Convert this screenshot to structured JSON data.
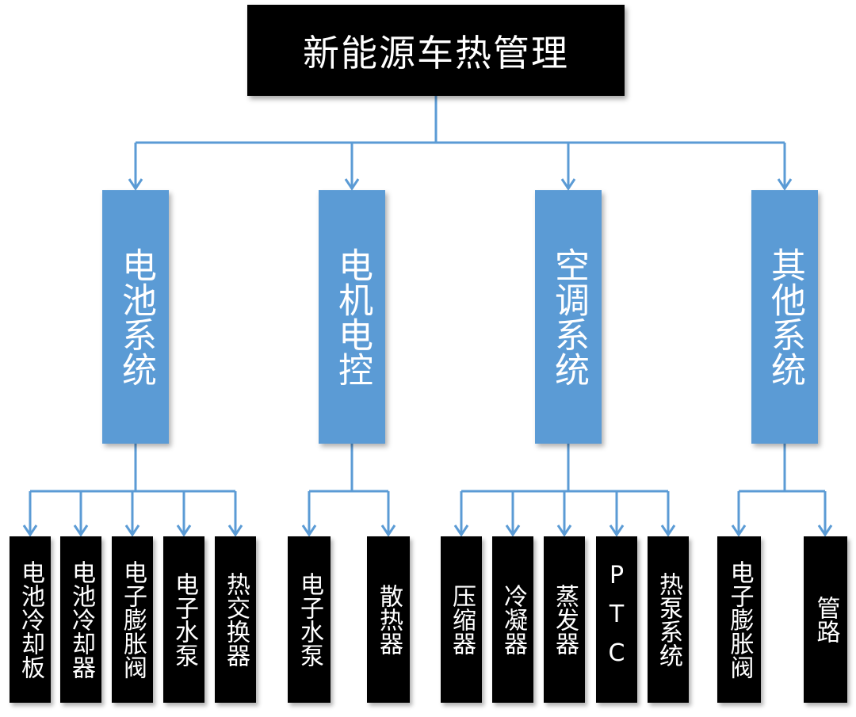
{
  "diagram": {
    "root": {
      "label": "新能源车热管理"
    },
    "categories": [
      {
        "label": "电池系统",
        "children": [
          "电池冷却板",
          "电池冷却器",
          "电子膨胀阀",
          "电子水泵",
          "热交换器"
        ]
      },
      {
        "label": "电机电控",
        "children": [
          "电子水泵",
          "散热器"
        ]
      },
      {
        "label": "空调系统",
        "children": [
          "压缩器",
          "冷凝器",
          "蒸发器",
          "PTC",
          "热泵系统"
        ]
      },
      {
        "label": "其他系统",
        "children": [
          "电子膨胀阀",
          "管路"
        ]
      }
    ],
    "colors": {
      "root_bg": "#000000",
      "category_bg": "#5b9bd5",
      "leaf_bg": "#000000",
      "connector": "#5b9bd5",
      "text": "#ffffff"
    }
  }
}
